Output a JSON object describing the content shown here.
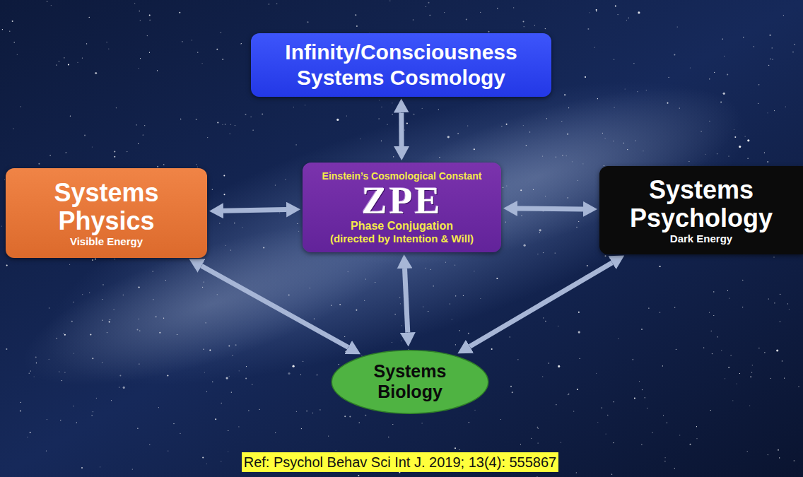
{
  "diagram": {
    "nodes": [
      {
        "text": [
          "Infinity/Consciousness Systems Cosmology"
        ]
      },
      {
        "text": [
          "Systems Physics",
          "Visible Energy"
        ]
      },
      {
        "text": [
          "Einstein’s Cosmological Constant",
          "ZPE",
          "Phase Conjugation",
          "(directed by Intention & Will)"
        ]
      },
      {
        "text": [
          "Systems Psychology",
          "Dark Energy"
        ]
      },
      {
        "text": [
          "Systems Biology"
        ]
      }
    ],
    "edges": [
      {
        "from": 0,
        "to": 2,
        "arrow": "both"
      },
      {
        "from": 1,
        "to": 2,
        "arrow": "both"
      },
      {
        "from": 2,
        "to": 3,
        "arrow": "both"
      },
      {
        "from": 2,
        "to": 4,
        "arrow": "both"
      },
      {
        "from": 1,
        "to": 4,
        "arrow": "both"
      },
      {
        "from": 3,
        "to": 4,
        "arrow": "both"
      }
    ],
    "labels": [
      "Ref: Psychol Behav Sci Int J. 2019; 13(4): 555867"
    ]
  }
}
